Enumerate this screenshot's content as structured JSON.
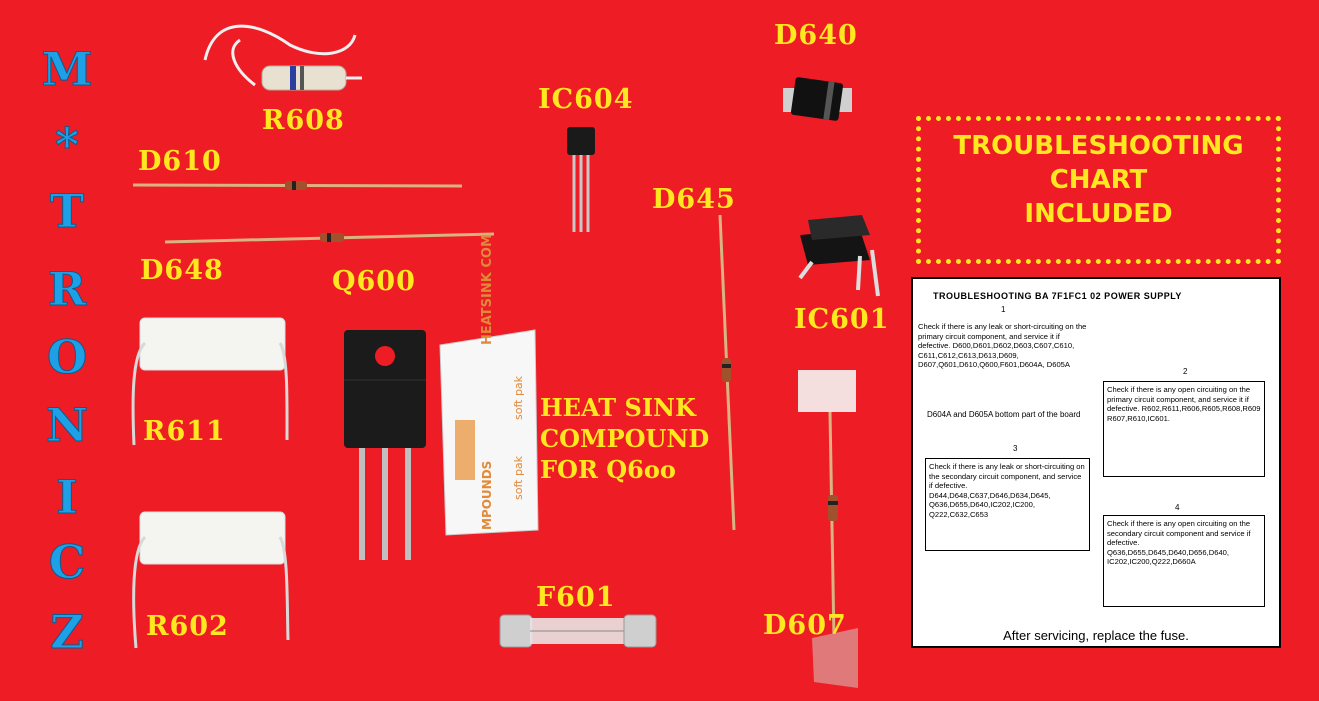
{
  "brand": {
    "letters": [
      "M",
      "*",
      "T",
      "R",
      "O",
      "N",
      "I",
      "C",
      "Z"
    ]
  },
  "labels": {
    "r608": "R608",
    "d610": "D610",
    "d648": "D648",
    "q600": "Q600",
    "ic604": "IC604",
    "d645": "D645",
    "d640": "D640",
    "ic601": "IC601",
    "r611": "R611",
    "r602": "R602",
    "f601": "F601",
    "d607": "D607"
  },
  "heatsink": {
    "line1": "HEAT SINK",
    "line2": "COMPOUND",
    "line3": "FOR Q6oo",
    "packet_text1": "HEATSINK COM",
    "packet_text2": "soft pak",
    "packet_text3": "MPOUNDS",
    "packet_text4": "soft pak"
  },
  "troubleshooting_banner": {
    "line1": "TROUBLESHOOTING",
    "line2": "CHART",
    "line3": "INCLUDED"
  },
  "chart_doc": {
    "title": "TROUBLESHOOTING  BA 7F1FC1 02   POWER SUPPLY",
    "step1_num": "1",
    "step1_text": "Check if there is any leak or short-circuiting on the primary circuit component, and service it if defective. D600,D601,D602,D603,C607,C610, C611,C612,C613,D613,D609, D607,Q601,D610,Q600,F601,D604A, D605A",
    "step1_note": "D604A and D605A bottom part of the board",
    "step2_num": "2",
    "step2_text": "Check if there is any open circuiting on the primary circuit component, and service it if defective. R602,R611,R606,R605,R608,R609 R607,R610,IC601.",
    "step3_num": "3",
    "step3_text": "Check if there is any leak or short-circuiting on the secondary circuit component, and service if defective. D644,D648,C637,D646,D634,D645, Q636,D655,D640,IC202,IC200, Q222,C632,C653",
    "step4_num": "4",
    "step4_text": "Check if there is any open circuiting on the secondary circuit component and service if defective. Q636,D655,D645,D640,D656,D640, IC202,IC200,Q222,D660A",
    "footer": "After servicing, replace the fuse."
  },
  "colors": {
    "background": "#ee1c24",
    "label_yellow": "#ffe81f",
    "brand_blue": "#1ea0e6"
  }
}
